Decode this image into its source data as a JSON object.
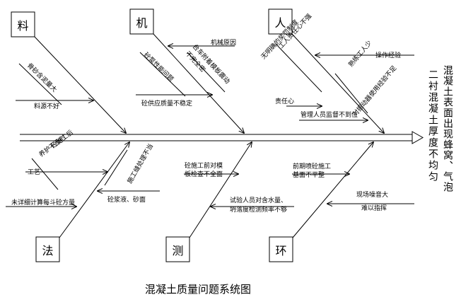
{
  "caption": "混凝土质量问题系统图",
  "effect": {
    "line1": "混凝土表面出现蜂窝、气泡",
    "line2": "二衬混凝土厚度不均匀"
  },
  "categories": {
    "material": "料",
    "machine": "机",
    "people": "人",
    "method": "法",
    "measure": "测",
    "environment": "环"
  },
  "causes": {
    "material_1": "骨砂含泥量大",
    "material_2": "料源不好",
    "machine_1": "砼泵性能问题",
    "machine_2": "砼供应质量不稳定",
    "machine_3": "机械原因",
    "machine_4": "台车附着模板震动",
    "machine_5": "不完全密",
    "people_1": "操作经验",
    "people_2": "工人责任心不强",
    "people_3": "无明确的奖罚制度",
    "people_4": "熟练工人少",
    "people_5": "对振动器使用经验不足",
    "people_6": "责任心",
    "people_7": "管理人员监督不到位",
    "method_1": "砼施工后",
    "method_2": "养护不及时",
    "method_3": "工艺",
    "method_4": "施工缝处理不当",
    "method_5": "未详细计算每斗砼方量",
    "method_6": "砼浆液、砂面",
    "measure_1": "砼施工前对模",
    "measure_2": "板检查不全面",
    "measure_3": "试验人员对含水量、",
    "measure_4": "坍落度检测频率不够",
    "env_1": "前期喷砼施工",
    "env_2": "基面不平整",
    "env_3": "现场噪音大",
    "env_4": "难以指挥"
  }
}
